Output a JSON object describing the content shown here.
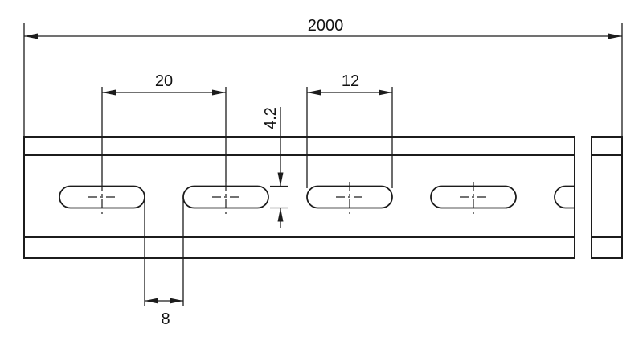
{
  "drawing": {
    "kind": "technical-dimension-drawing",
    "subject": "slotted-mounting-rail-front-view",
    "background_color": "#ffffff",
    "line_color": "#1c1c1c",
    "labels": {
      "overall_length": "2000",
      "slot_pitch": "20",
      "slot_length": "12",
      "slot_width": "4.2",
      "slot_gap": "8"
    }
  }
}
